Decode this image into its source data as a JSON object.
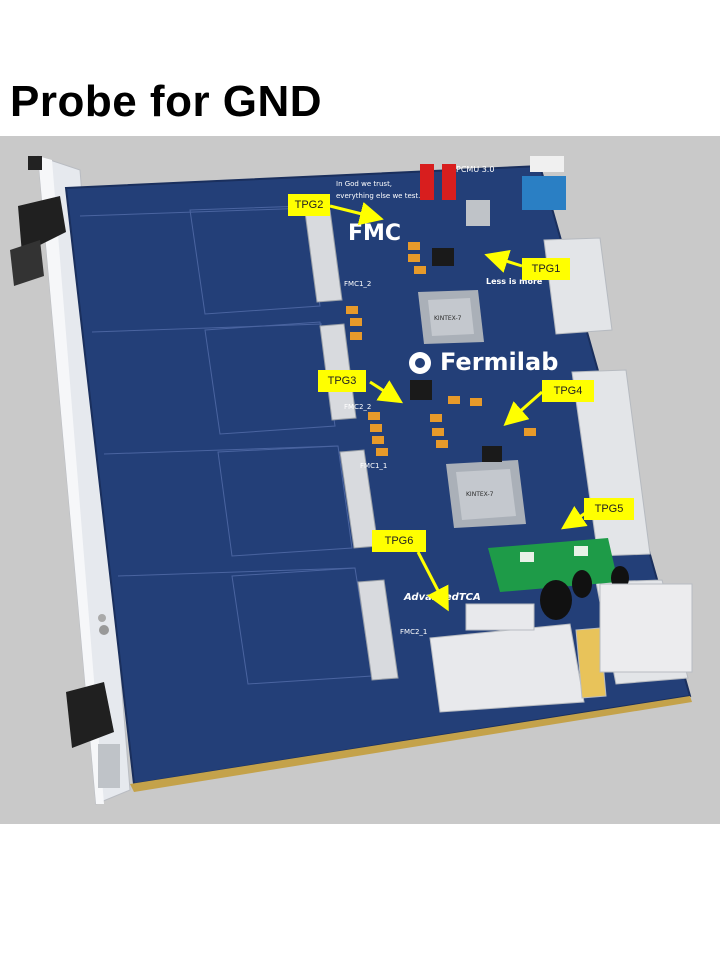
{
  "title": "Probe for GND",
  "board": {
    "fmc_logo": "FMC",
    "fermilab_logo": "Fermilab",
    "advanced_tca_logo": "AdvancedTCA",
    "fpga_marking": "KINTEX-7",
    "silk_fmc1_2": "FMC1_2",
    "silk_fmc1_1": "FMC1_1",
    "silk_fmc2_2": "FMC2_2",
    "silk_fmc2_1": "FMC2_1",
    "silk_version": "PCMU 3.0",
    "silk_motto1": "In God we trust,",
    "silk_motto2": "everything else we test.",
    "silk_motto3": "Less is more"
  },
  "test_points": [
    {
      "label": "TPG1"
    },
    {
      "label": "TPG2"
    },
    {
      "label": "TPG3"
    },
    {
      "label": "TPG4"
    },
    {
      "label": "TPG5"
    },
    {
      "label": "TPG6"
    }
  ],
  "colors": {
    "pcb": "#233f78",
    "label_bg": "#ffff00",
    "arrow": "#ffff00",
    "background": "#c9c9c9"
  }
}
